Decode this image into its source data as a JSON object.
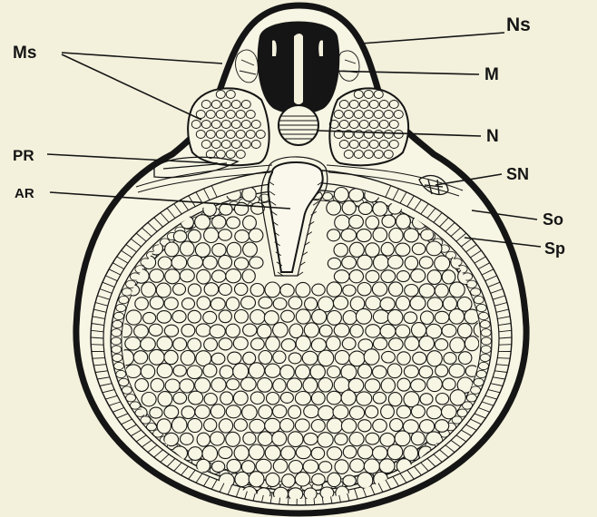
{
  "colors": {
    "paper": "#f3f1dc",
    "ink": "#151515",
    "neural_fill": "#151515"
  },
  "labels": {
    "ns": "Ns",
    "ms": "Ms",
    "m": "M",
    "n": "N",
    "pr": "PR",
    "sn": "SN",
    "ar": "AR",
    "so": "So",
    "sp": "Sp"
  }
}
